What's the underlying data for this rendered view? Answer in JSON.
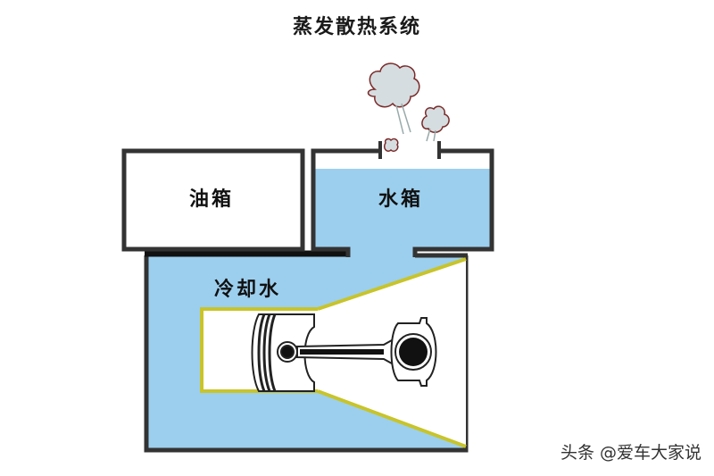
{
  "title": "蒸发散热系统",
  "labels": {
    "oil_tank": "油箱",
    "water_tank": "水箱",
    "coolant": "冷却水"
  },
  "watermark": "头条 @爱车大家说",
  "colors": {
    "water": "#9ccfee",
    "outline": "#333333",
    "highlight": "#c8c42a",
    "steam_fill": "#d5dde0",
    "steam_stroke": "#7a2a2a"
  }
}
